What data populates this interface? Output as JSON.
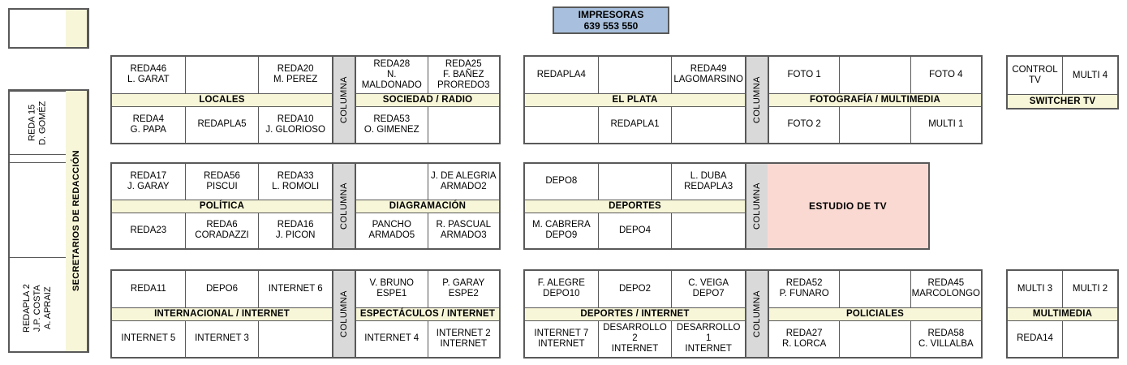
{
  "printers": {
    "title": "IMPRESORAS",
    "numbers": "639  553  550"
  },
  "top_left_box": {
    "label": ""
  },
  "sidebar": {
    "label": "SECRETARIOS DE REDACCIÓN",
    "cells": [
      "REDA 15\nD. GOMÉZ",
      "",
      "",
      "",
      "REDAPLA 2\nJ.P. COSTA\nA. APRAIZ"
    ]
  },
  "groups": [
    {
      "name": "locales-sociedad",
      "columna": "COLUMNA",
      "left": {
        "label": "LOCALES",
        "top": [
          "REDA46\nL. GARAT",
          "",
          "REDA20\nM. PEREZ"
        ],
        "bottom": [
          "REDA4\nG. PAPA",
          "REDAPLA5",
          "REDA10\nJ. GLORIOSO"
        ]
      },
      "right": {
        "label": "SOCIEDAD / RADIO",
        "top": [
          "REDA28\nN. MALDONADO",
          "REDA25\nF. BAÑEZ\nPROREDO3"
        ],
        "bottom": [
          "REDA53\nO. GIMENEZ",
          ""
        ]
      }
    },
    {
      "name": "elplata-fotografia",
      "columna": "COLUMNA",
      "left": {
        "label": "EL PLATA",
        "top": [
          "REDAPLA4",
          "",
          "REDA49\nLAGOMARSINO"
        ],
        "bottom": [
          "",
          "REDAPLA1",
          ""
        ]
      },
      "right": {
        "label": "FOTOGRAFÍA / MULTIMEDIA",
        "top": [
          "FOTO 1",
          "",
          "FOTO 4"
        ],
        "bottom": [
          "FOTO 2",
          "",
          "MULTI 1"
        ]
      }
    },
    {
      "name": "politica-diagramacion",
      "columna": "COLUMNA",
      "left": {
        "label": "POLÍTICA",
        "top": [
          "REDA17\nJ. GARAY",
          "REDA56\nPISCUI",
          "REDA33\nL. ROMOLI"
        ],
        "bottom": [
          "REDA23",
          "REDA6\nCORADAZZI",
          "REDA16\nJ. PICON"
        ]
      },
      "right": {
        "label": "DIAGRAMACIÓN",
        "top": [
          "",
          "J. DE ALEGRIA\nARMADO2"
        ],
        "bottom": [
          "PANCHO\nARMADO5",
          "R. PASCUAL\nARMADO3"
        ]
      }
    },
    {
      "name": "deportes-estudio",
      "columna": "COLUMNA",
      "left": {
        "label": "DEPORTES",
        "top": [
          "DEPO8",
          "",
          "L. DUBA\nREDAPLA3"
        ],
        "bottom": [
          "M. CABRERA\nDEPO9",
          "DEPO4",
          ""
        ]
      },
      "studio": "ESTUDIO DE TV"
    },
    {
      "name": "internacional-espectaculos",
      "columna": "COLUMNA",
      "left": {
        "label": "INTERNACIONAL / INTERNET",
        "top": [
          "REDA11",
          "DEPO6",
          "INTERNET 6"
        ],
        "bottom": [
          "INTERNET 5",
          "INTERNET 3",
          ""
        ]
      },
      "right": {
        "label": "ESPECTÁCULOS / INTERNET",
        "top": [
          "V. BRUNO\nESPE1",
          "P. GARAY\nESPE2"
        ],
        "bottom": [
          "INTERNET 4",
          "INTERNET 2\nINTERNET"
        ]
      }
    },
    {
      "name": "deportesinternet-policiales",
      "columna": "COLUMNA",
      "left": {
        "label": "DEPORTES / INTERNET",
        "top": [
          "F. ALEGRE\nDEPO10",
          "DEPO2",
          "C. VEIGA\nDEPO7"
        ],
        "bottom": [
          "INTERNET 7\nINTERNET",
          "DESARROLLO 2\nINTERNET",
          "DESARROLLO 1\nINTERNET"
        ]
      },
      "right": {
        "label": "POLICIALES",
        "top": [
          "REDA52\nP. FUNARO",
          "",
          "REDA45\nMARCOLONGO"
        ],
        "bottom": [
          "REDA27\nR. LORCA",
          "",
          "REDA58\nC. VILLALBA"
        ]
      }
    }
  ],
  "switcher": {
    "label": "SWITCHER TV",
    "cells": [
      "CONTROL TV",
      "MULTI 4"
    ]
  },
  "multimedia": {
    "label": "MULTIMEDIA",
    "top": [
      "MULTI 3",
      "MULTI 2"
    ],
    "bottom": [
      "REDA14",
      ""
    ]
  },
  "colors": {
    "label_bar": "#f7f6d8",
    "columna": "#d9d9d9",
    "printers": "#a8c0dd",
    "studio": "#fbd9d3",
    "stroke": "#595959"
  }
}
